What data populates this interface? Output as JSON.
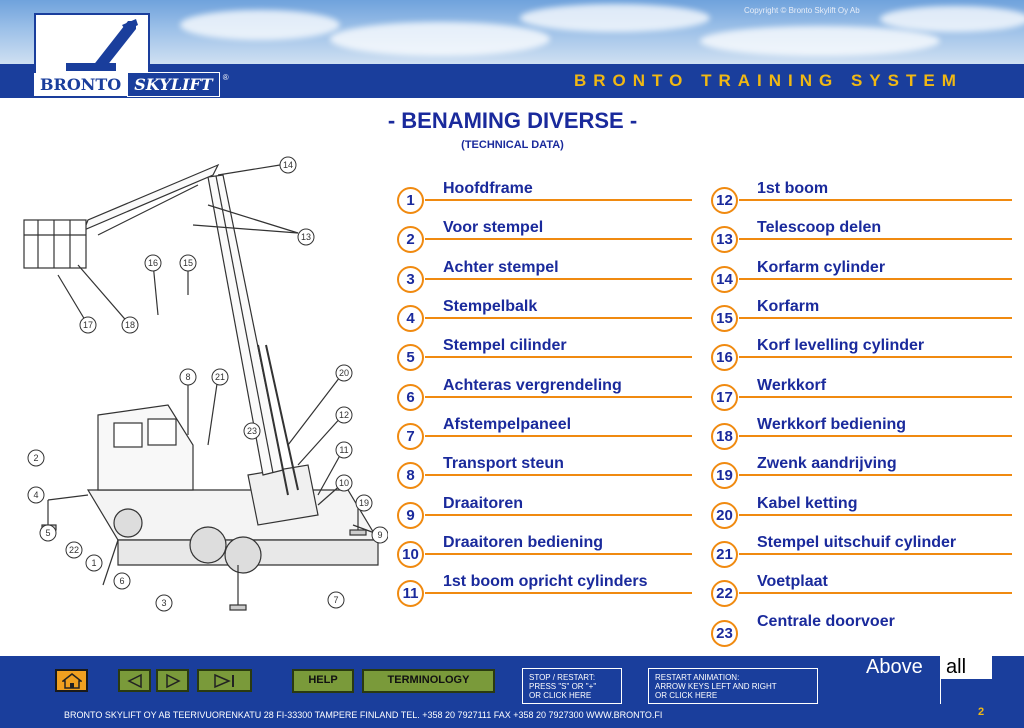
{
  "header": {
    "copyright": "Copyright © Bronto Skylift Oy Ab",
    "logo_bronto": "BRONTO",
    "logo_skylift": "SKYLIFT",
    "logo_reg": "®",
    "training_system": "BRONTO TRAINING SYSTEM"
  },
  "page": {
    "title": "-  BENAMING DIVERSE   -",
    "subtitle": "(TECHNICAL DATA)"
  },
  "diagram": {
    "callouts": [
      "1",
      "2",
      "3",
      "4",
      "5",
      "6",
      "7",
      "8",
      "9",
      "10",
      "11",
      "12",
      "13",
      "14",
      "15",
      "16",
      "17",
      "18",
      "19",
      "20",
      "21",
      "22",
      "23"
    ]
  },
  "legend_left": [
    {
      "num": "1",
      "label": "Hoofdframe"
    },
    {
      "num": "2",
      "label": "Voor stempel"
    },
    {
      "num": "3",
      "label": "Achter stempel"
    },
    {
      "num": "4",
      "label": "Stempelbalk"
    },
    {
      "num": "5",
      "label": "Stempel cilinder"
    },
    {
      "num": "6",
      "label": "Achteras vergrendeling"
    },
    {
      "num": "7",
      "label": "Afstempelpaneel"
    },
    {
      "num": "8",
      "label": "Transport steun"
    },
    {
      "num": "9",
      "label": "Draaitoren"
    },
    {
      "num": "10",
      "label": "Draaitoren bediening"
    },
    {
      "num": "11",
      "label": "1st boom opricht cylinders"
    }
  ],
  "legend_right": [
    {
      "num": "12",
      "label": "1st boom"
    },
    {
      "num": "13",
      "label": "Telescoop delen"
    },
    {
      "num": "14",
      "label": "Korfarm cylinder"
    },
    {
      "num": "15",
      "label": "Korfarm"
    },
    {
      "num": "16",
      "label": "Korf levelling cylinder"
    },
    {
      "num": "17",
      "label": "Werkkorf"
    },
    {
      "num": "18",
      "label": "Werkkorf bediening"
    },
    {
      "num": "19",
      "label": "Zwenk aandrijving"
    },
    {
      "num": "20",
      "label": "Kabel ketting"
    },
    {
      "num": "21",
      "label": "Stempel uitschuif cylinder"
    },
    {
      "num": "22",
      "label": "Voetplaat"
    },
    {
      "num": "23",
      "label": "Centrale doorvoer"
    }
  ],
  "footer": {
    "help": "HELP",
    "terminology": "TERMINOLOGY",
    "stop_restart": [
      "STOP / RESTART:",
      "PRESS \"S\" OR \"+\"",
      "OR CLICK HERE"
    ],
    "restart_animation": [
      "RESTART ANIMATION:",
      "ARROW KEYS  LEFT AND RIGHT",
      "OR CLICK HERE"
    ],
    "above": "Above",
    "all": "all",
    "address": "BRONTO SKYLIFT OY AB    TEERIVUORENKATU 28    FI-33300 TAMPERE   FINLAND         TEL. +358 20 7927111    FAX +358 20 7927300              WWW.BRONTO.FI",
    "page_number": "2"
  },
  "icons": {
    "home": "home-icon",
    "prev": "previous-slide-icon",
    "play": "play-icon",
    "next": "next-slide-icon"
  },
  "colors": {
    "brand_blue": "#1a3e9c",
    "accent_orange": "#f08a10",
    "title_gold": "#f0b814",
    "text_navy": "#1a2a9c",
    "button_green": "#7a9a3a"
  }
}
